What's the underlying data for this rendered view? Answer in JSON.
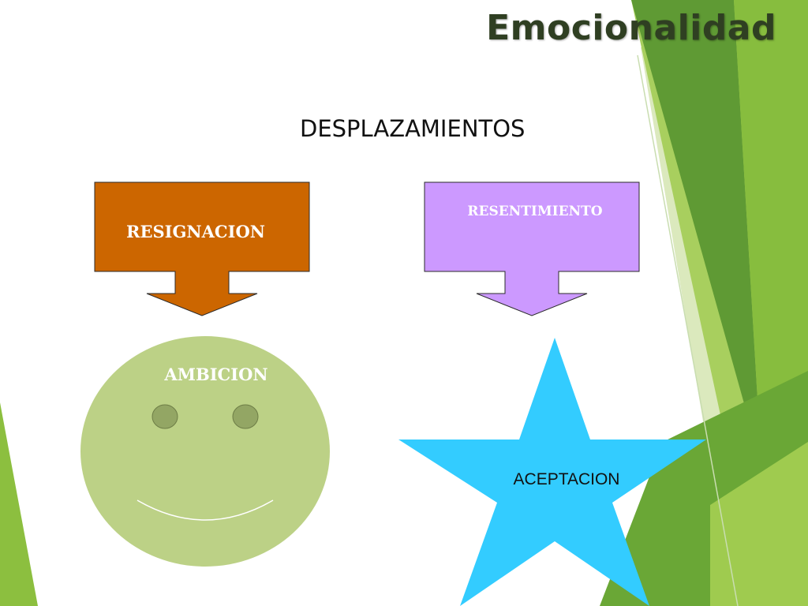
{
  "slide": {
    "title": "Emocionalidad",
    "subtitle": "DESPLAZAMIENTOS"
  },
  "shapes": {
    "resignacion": {
      "label": "RESIGNACION",
      "fill": "#cc6600",
      "text_color": "#ffffff"
    },
    "resentimiento": {
      "label": "RESENTIMIENTO",
      "fill": "#cc99ff",
      "text_color": "#ffffff"
    },
    "ambicion": {
      "label": "AMBICION",
      "fill": "#bcd186",
      "eye_fill": "#93a664",
      "text_color": "#ffffff"
    },
    "aceptacion": {
      "label": "ACEPTACION",
      "fill": "#33ccff",
      "text_color": "#111111"
    }
  },
  "theme": {
    "accent_green_dark": "#4f8f2f",
    "accent_green": "#7bb33a",
    "accent_green_light": "#a6cc5e",
    "accent_green_pale": "#d7e8b8"
  }
}
